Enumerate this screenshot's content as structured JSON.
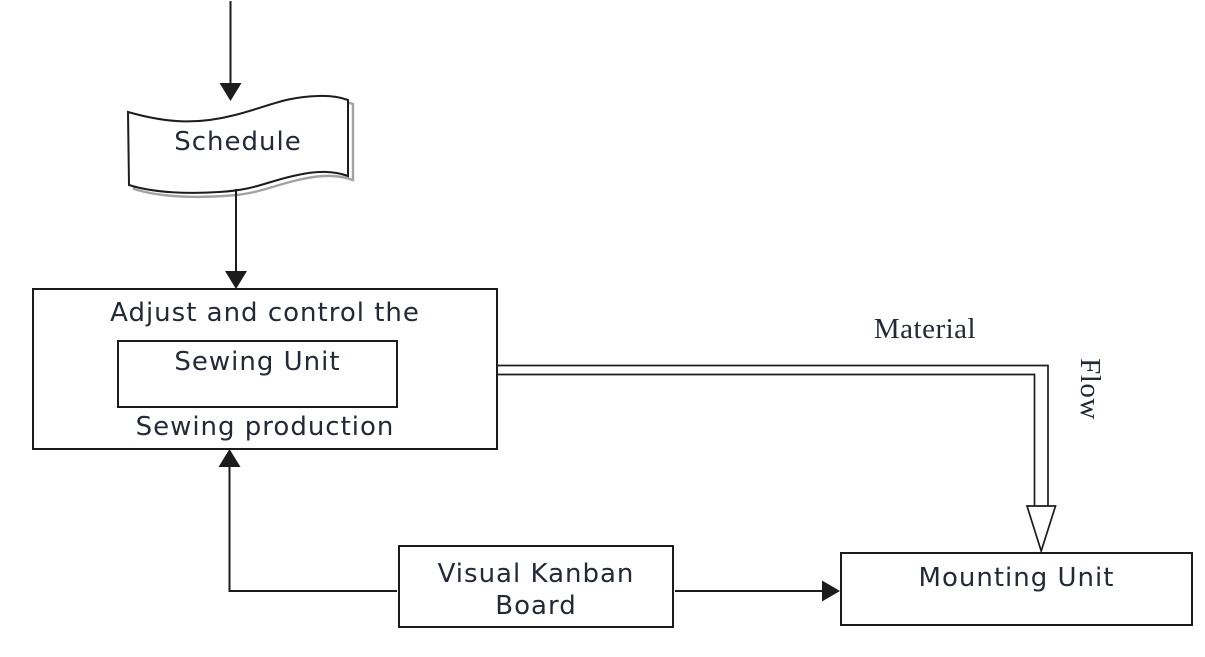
{
  "nodes": {
    "schedule": {
      "label": "Schedule"
    },
    "process": {
      "title": "Adjust and control the",
      "inner_label": "Sewing Unit",
      "subtitle": "Sewing production"
    },
    "kanban": {
      "line1": "Visual Kanban",
      "line2": "Board"
    },
    "mounting": {
      "label": "Mounting Unit"
    }
  },
  "edge_labels": {
    "material": "Material",
    "flow": "Flow"
  },
  "colors": {
    "line": "#1c1c1c",
    "text": "#242938",
    "shadow": "#a3a3a3",
    "background": "#ffffff"
  }
}
